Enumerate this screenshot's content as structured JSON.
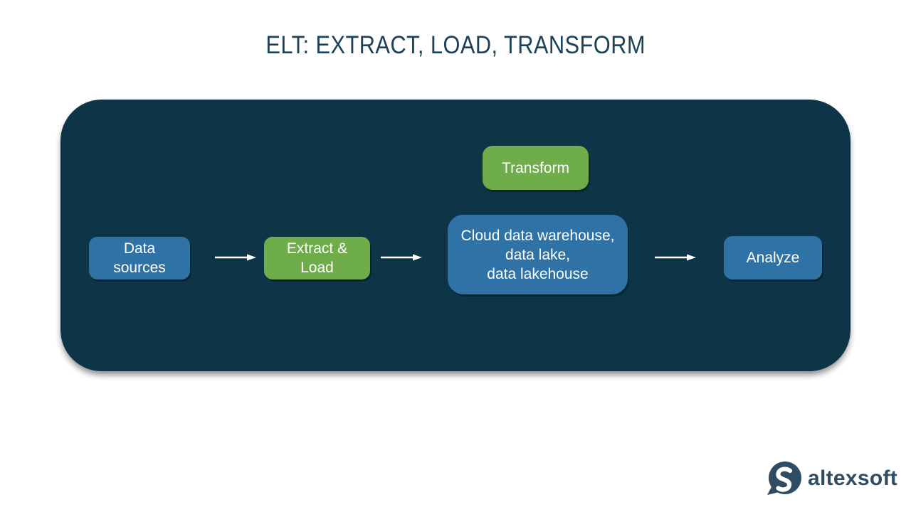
{
  "title": "ELT: EXTRACT, LOAD, TRANSFORM",
  "diagram": {
    "nodes": {
      "data_sources": {
        "label": "Data\nsources",
        "color": "#2f72a6"
      },
      "extract_load": {
        "label": "Extract &\nLoad",
        "color": "#6fad4a"
      },
      "transform": {
        "label": "Transform",
        "color": "#6fad4a"
      },
      "storage": {
        "label": "Cloud data warehouse,\ndata lake,\ndata lakehouse",
        "color": "#2f72a6"
      },
      "analyze": {
        "label": "Analyze",
        "color": "#2f72a6"
      }
    },
    "flow": [
      "data_sources",
      "extract_load",
      "storage",
      "analyze"
    ],
    "arrow_color": "#ffffff"
  },
  "colors": {
    "page_background": "#ffffff",
    "panel_background": "#0d3447",
    "node_blue": "#2f72a6",
    "node_green": "#6fad4a",
    "title_text": "#1d4156",
    "node_text": "#ffffff",
    "logo_text": "#2e4d63"
  },
  "footer": {
    "logo_text": "altexsoft"
  }
}
